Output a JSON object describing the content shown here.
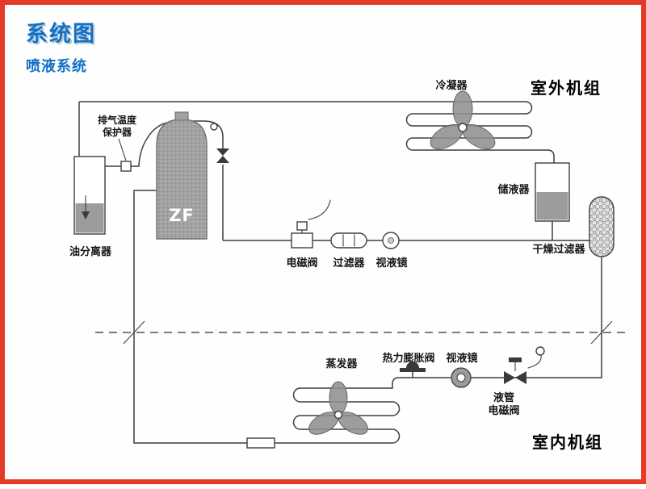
{
  "page": {
    "title": "系统图",
    "subtitle": "喷液系统"
  },
  "sections": {
    "outdoor_label": "室外机组",
    "indoor_label": "室内机组"
  },
  "components": {
    "compressor": "ZF",
    "discharge_protector_line1": "排气温度",
    "discharge_protector_line2": "保护器",
    "oil_separator": "油分离器",
    "condenser": "冷凝器",
    "receiver": "储液器",
    "filter_drier": "干燥过滤器",
    "injection_solenoid": "电磁阀",
    "injection_filter": "过滤器",
    "injection_sight_glass": "视液镜",
    "evaporator": "蒸发器",
    "expansion_valve": "热力膨胀阀",
    "liquid_sight_glass": "视液镜",
    "liquid_solenoid_line1": "液管",
    "liquid_solenoid_line2": "电磁阀"
  },
  "colors": {
    "frame_border": "#e23b28",
    "title_blue": "#1170c8",
    "pipe_line": "#3f3f3f",
    "component_gray": "#9c9c9c"
  }
}
